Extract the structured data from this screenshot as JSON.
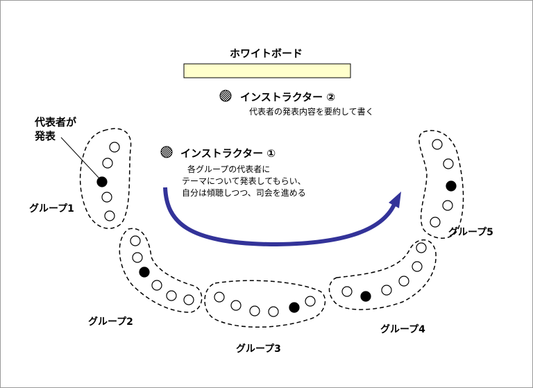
{
  "whiteboard": {
    "label": "ホワイトボード",
    "color": "#ffffcc"
  },
  "instructor2": {
    "label": "インストラクター ②",
    "desc": "代表者の発表内容を要約して書く"
  },
  "instructor1": {
    "label": "インストラクター ①",
    "desc": [
      "各グループの代表者に",
      "テーマについて発表してもらい、",
      "自分は傾聴しつつ、司会を進める"
    ]
  },
  "callout": {
    "line1": "代表者が",
    "line2": "発表"
  },
  "groups": [
    "グループ1",
    "グループ2",
    "グループ3",
    "グループ4",
    "グループ5"
  ],
  "arrow_color": "#333399"
}
